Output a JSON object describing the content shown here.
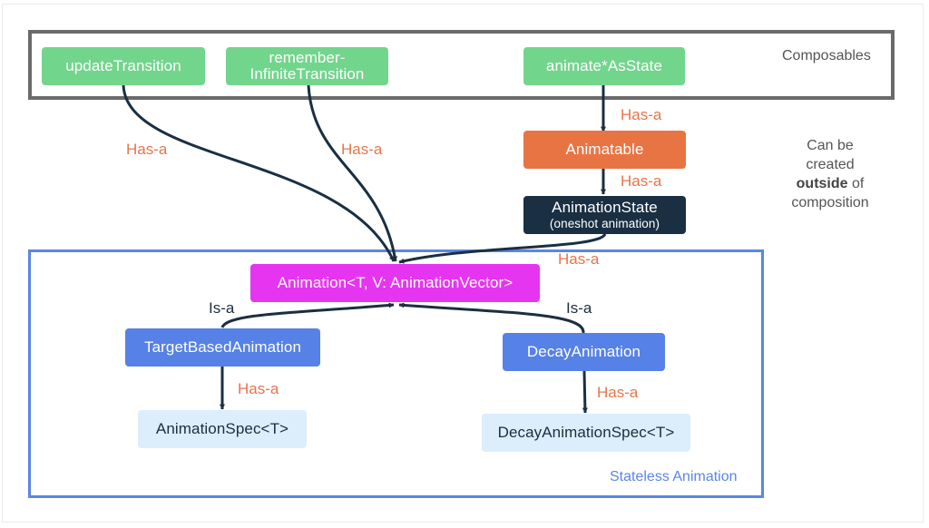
{
  "groups": {
    "composables": {
      "title": "Composables"
    },
    "stateless": {
      "title": "Stateless Animation"
    }
  },
  "nodes": {
    "update_transition": {
      "label": "updateTransition"
    },
    "remember_infinite_transition": {
      "line1": "remember-",
      "line2": "InfiniteTransition"
    },
    "animate_as_state": {
      "label": "animate*AsState"
    },
    "animatable": {
      "label": "Animatable"
    },
    "animation_state": {
      "label": "AnimationState",
      "sublabel": "(oneshot animation)"
    },
    "animation": {
      "label": "Animation<T, V: AnimationVector>"
    },
    "target_based_animation": {
      "label": "TargetBasedAnimation"
    },
    "decay_animation": {
      "label": "DecayAnimation"
    },
    "animation_spec": {
      "label": "AnimationSpec<T>"
    },
    "decay_animation_spec": {
      "label": "DecayAnimationSpec<T>"
    }
  },
  "edges": [
    {
      "from": "update_transition",
      "to": "animation",
      "label": "Has-a"
    },
    {
      "from": "remember_infinite_transition",
      "to": "animation",
      "label": "Has-a"
    },
    {
      "from": "animate_as_state",
      "to": "animatable",
      "label": "Has-a"
    },
    {
      "from": "animatable",
      "to": "animation_state",
      "label": "Has-a"
    },
    {
      "from": "animation_state",
      "to": "animation",
      "label": "Has-a"
    },
    {
      "from": "target_based_animation",
      "to": "animation",
      "label": "Is-a"
    },
    {
      "from": "decay_animation",
      "to": "animation",
      "label": "Is-a"
    },
    {
      "from": "target_based_animation",
      "to": "animation_spec",
      "label": "Has-a"
    },
    {
      "from": "decay_animation",
      "to": "decay_animation_spec",
      "label": "Has-a"
    }
  ],
  "note": {
    "line1": "Can be",
    "line2": "created",
    "bold": "outside",
    "line3_rest": " of",
    "line4": "composition"
  },
  "colors": {
    "composable": "#72d58c",
    "animatable": "#e87444",
    "animation_state": "#1a2f42",
    "animation": "#e635f0",
    "impl": "#5681e6",
    "spec": "#dcedfb",
    "has_a": "#e8754a",
    "is_a": "#1c2e3d",
    "stateless_border": "#5b86e5",
    "composables_border": "#6a6a6a"
  }
}
